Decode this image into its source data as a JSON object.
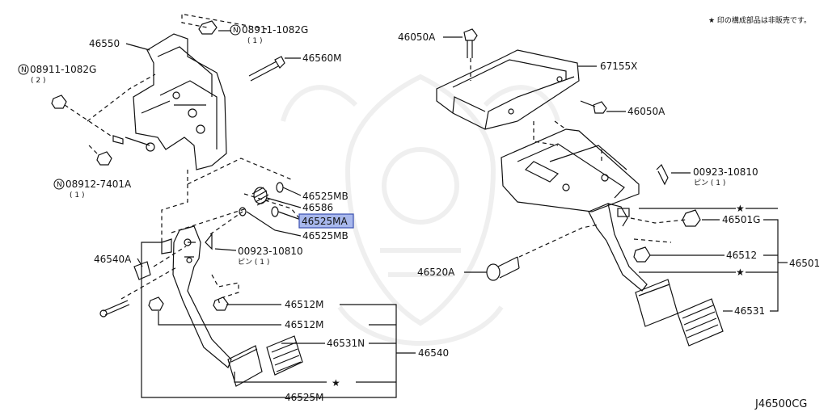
{
  "diagram": {
    "notice": "★ 印の構成部品は非販売です。",
    "figure_code": "J46500CG",
    "left_assembly": {
      "bracket": "46550",
      "nut_a_code": "08911-1082G",
      "nut_a_qty": "( 1 )",
      "nut_b_code": "08911-1082G",
      "nut_b_qty": "( 2 )",
      "nut_c_code": "08912-7401A",
      "nut_c_qty": "( 1 )",
      "bolt": "46560M",
      "bushing_1": "46525MB",
      "spring": "46586",
      "bushing_highlight": "46525MA",
      "bushing_2": "46525MB",
      "pin_code": "00923-10810",
      "pin_note": "ピン ( 1 )",
      "stopper": "46540A",
      "pad_bolt_1": "46512M",
      "pad_bolt_2": "46512M",
      "pad": "46531N",
      "pedal_assy": "46540",
      "star": "★",
      "pedal_arm": "46525M"
    },
    "right_assembly": {
      "bolt_top": "46050A",
      "bracket": "67155X",
      "bolt_side": "46050A",
      "pin_code": "00923-10810",
      "pin_note": "ピン ( 1 )",
      "star_1": "★",
      "grommet": "46501G",
      "bolt_46512": "46512",
      "stopper": "46520A",
      "star_2": "★",
      "pad": "46531",
      "pedal_assy": "46501"
    },
    "highlight_color": "#a8b8ec",
    "highlight_border": "#3a4fb0"
  }
}
